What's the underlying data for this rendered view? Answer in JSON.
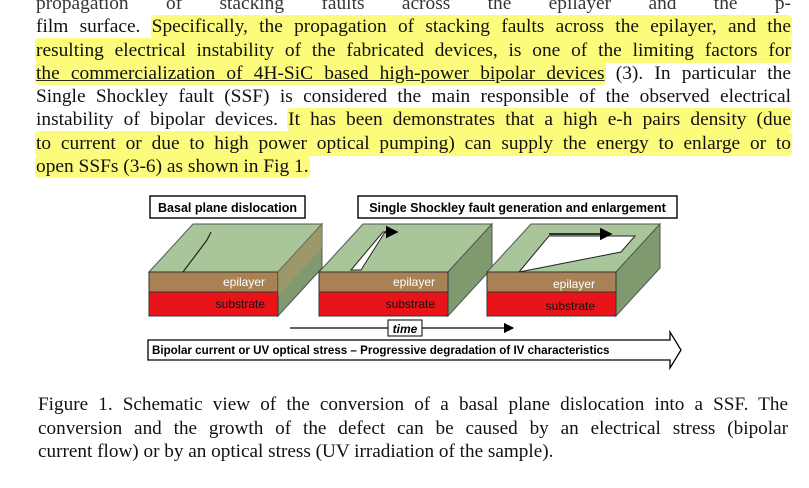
{
  "paragraph": {
    "line0": "propagation of stacking faults across the epilayer and the p-",
    "line1_plain": "film surface.",
    "line1_hl": "Specifically, the propagation of stacking faults across the epilayer, and the",
    "line2_hl": "resulting electrical instability of the fabricated devices, is one of the limiting factors for",
    "line3_hl": "the commercialization of 4H-SiC based high-power bipolar devices",
    "line3_plain": "(3). In particular the",
    "line4": "Single Shockley fault (SSF) is considered the main responsible of the observed electrical",
    "line5_plain": "instability of bipolar devices.",
    "line5_hl": "It has been demonstrates that a high e-h pairs density (due",
    "line6_hl": "to current or due to high power optical pumping) can supply the energy to enlarge or to",
    "line7_hl": "open SSFs (3-6) as shown in Fig 1."
  },
  "figure": {
    "label_basal": "Basal plane dislocation",
    "label_ssf": "Single Shockley fault generation and enlargement",
    "epilayer": "epilayer",
    "substrate": "substrate",
    "time": "time",
    "stress": "Bipolar current or UV optical stress – Progressive degradation of IV characteristics",
    "colors": {
      "epilayer": "#a88255",
      "substrate": "#e8141a",
      "overlay": "#a9c59a",
      "highlight": "#fdfb7c"
    }
  },
  "caption": {
    "line1": "Figure 1.  Schematic view of the conversion of a basal plane dislocation into a SSF. The",
    "line2": "conversion and the growth of the defect can be caused by an electrical stress (bipolar",
    "line3": "current flow) or by an optical stress (UV irradiation of the sample)."
  }
}
